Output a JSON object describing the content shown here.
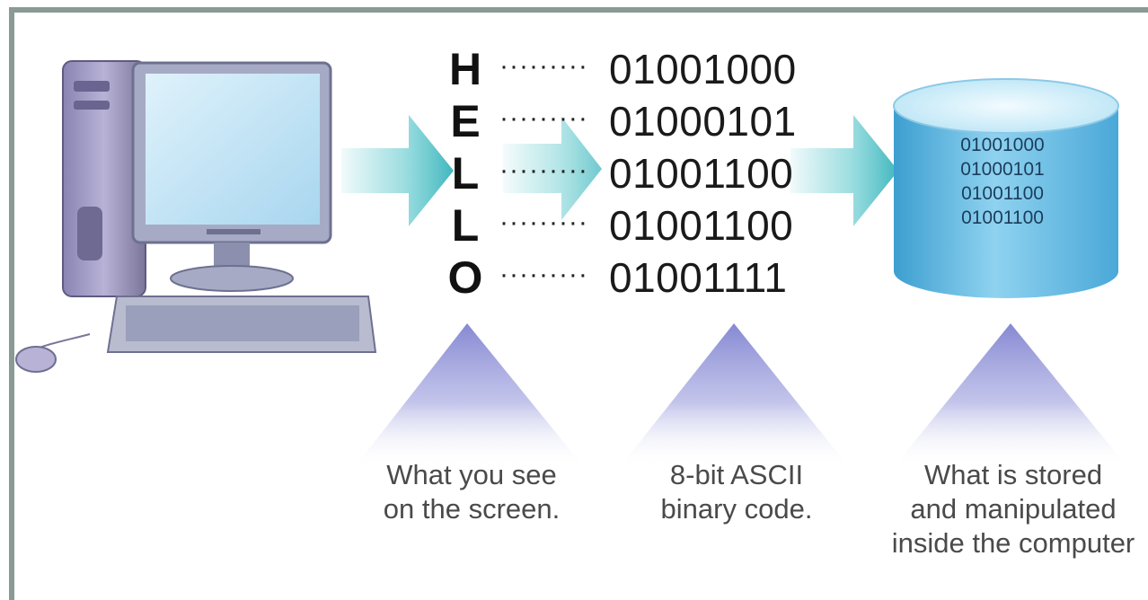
{
  "mapping": [
    {
      "letter": "H",
      "code": "01001000"
    },
    {
      "letter": "E",
      "code": "01000101"
    },
    {
      "letter": "L",
      "code": "01001100"
    },
    {
      "letter": "L",
      "code": "01001100"
    },
    {
      "letter": "O",
      "code": "01001111"
    }
  ],
  "stored_codes": [
    "01001000",
    "01000101",
    "01001100",
    "01001100"
  ],
  "dots": "·········",
  "captions": {
    "screen": [
      "What you see",
      "on the screen."
    ],
    "ascii": [
      "8-bit ASCII",
      "binary code."
    ],
    "stored": [
      "What is stored",
      "and manipulated",
      "inside the computer"
    ]
  },
  "colors": {
    "arrow": "#4fc3c8",
    "cylinder_top": "#d9f1fa",
    "cylinder_body": "#5ab5de",
    "triangle": "#8c8fd6",
    "frame": "#8a9a96"
  }
}
